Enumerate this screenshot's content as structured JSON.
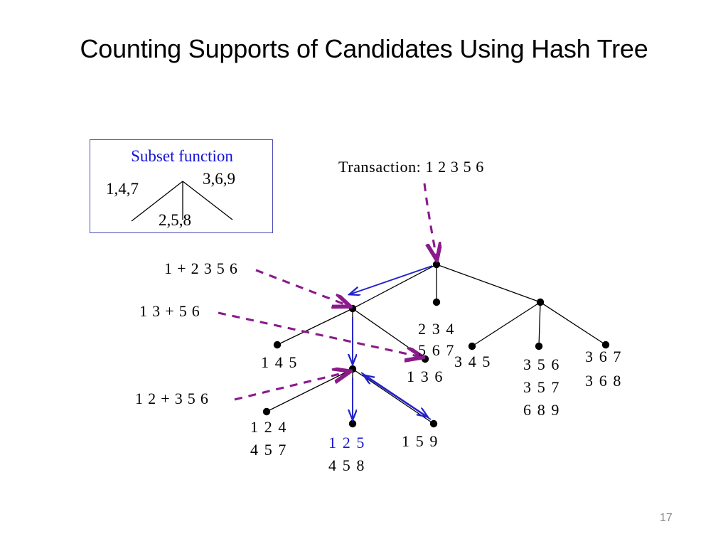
{
  "slide": {
    "title": "Counting Supports of Candidates Using Hash Tree",
    "page_number": "17"
  },
  "subset_box": {
    "title": "Subset function",
    "branch_left": "1,4,7",
    "branch_middle": "2,5,8",
    "branch_right": "3,6,9",
    "border_color": "#4a4ab8",
    "title_color": "#1414d8"
  },
  "transaction": {
    "label": "Transaction: 1 2 3 5 6"
  },
  "annotations": [
    {
      "id": "ann-1",
      "text": "1 + 2 3 5 6"
    },
    {
      "id": "ann-2",
      "text": "1 3 + 5 6"
    },
    {
      "id": "ann-3",
      "text": "1 2 + 3 5 6"
    }
  ],
  "leaf_labels": [
    {
      "id": "leaf-145",
      "lines": [
        "1 4 5"
      ],
      "color": "#000000"
    },
    {
      "id": "leaf-234-567",
      "lines": [
        "2 3 4",
        "5 6 7"
      ],
      "color": "#000000"
    },
    {
      "id": "leaf-136",
      "lines": [
        "1 3 6"
      ],
      "color": "#000000"
    },
    {
      "id": "leaf-345",
      "lines": [
        "3 4 5"
      ],
      "color": "#000000"
    },
    {
      "id": "leaf-356",
      "lines": [
        "3 5 6",
        "3 5 7",
        "6 8 9"
      ],
      "color": "#000000"
    },
    {
      "id": "leaf-367",
      "lines": [
        "3 6 7",
        "3 6 8"
      ],
      "color": "#000000"
    },
    {
      "id": "leaf-124",
      "lines": [
        "1 2 4",
        "4 5 7"
      ],
      "color": "#000000"
    },
    {
      "id": "leaf-125-line1",
      "lines": [
        "1 2 5"
      ],
      "color": "#1414d8"
    },
    {
      "id": "leaf-125-line2",
      "lines": [
        "4 5 8"
      ],
      "color": "#000000"
    },
    {
      "id": "leaf-159",
      "lines": [
        "1 5 9"
      ],
      "color": "#000000"
    }
  ],
  "colors": {
    "tree_line": "#000000",
    "traversal_arrow": "#2222cc",
    "subset_arrow": "#8b1a8b",
    "node_fill": "#000000"
  }
}
